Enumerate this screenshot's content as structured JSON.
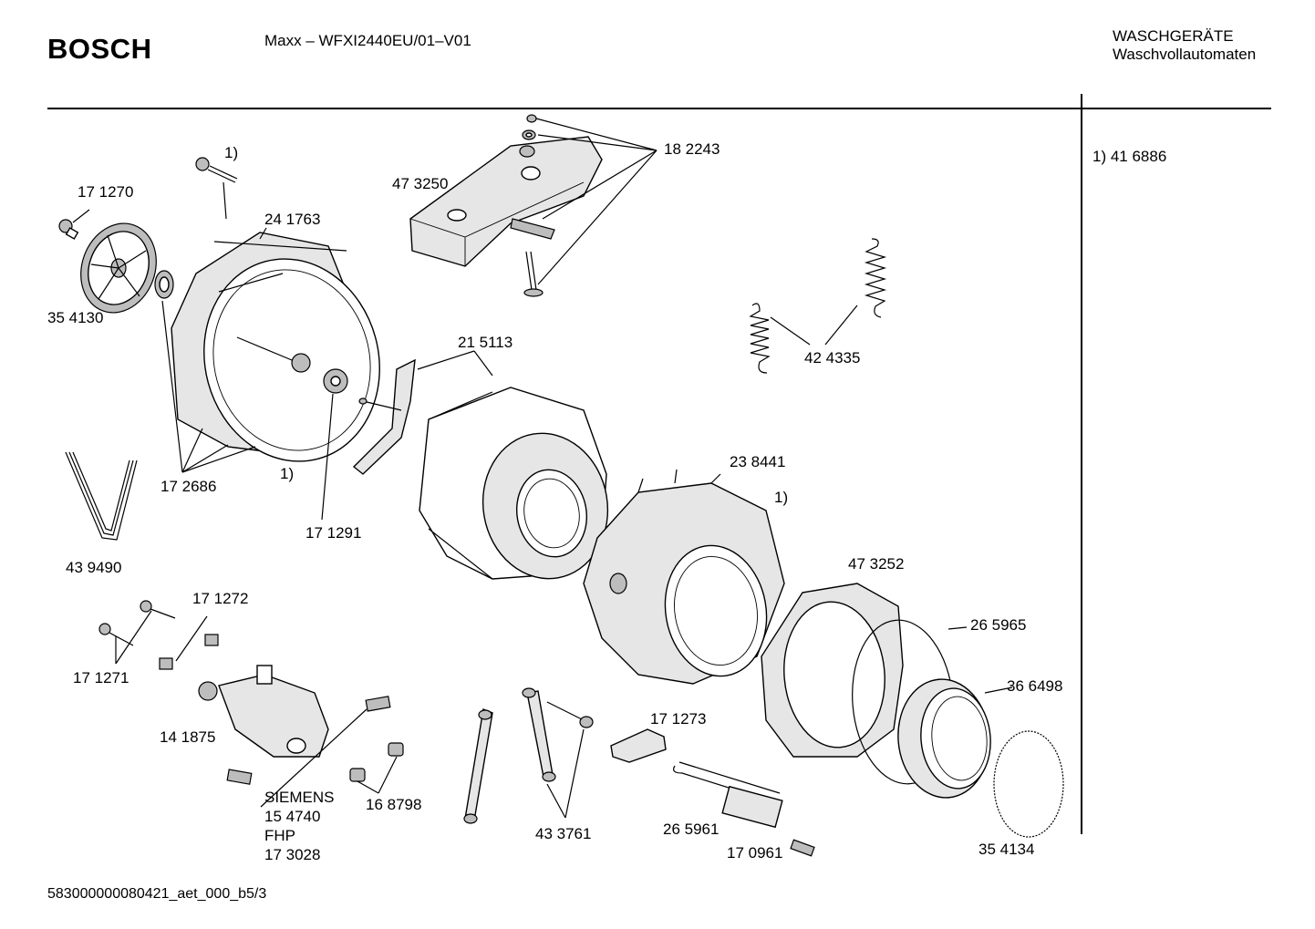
{
  "header": {
    "brand": "BOSCH",
    "model": "Maxx – WFXI2440EU/01–V01",
    "category_line1": "WASCHGERÄTE",
    "category_line2": "Waschvollautomaten"
  },
  "footnote": "1) 41 6886",
  "footer": "583000000080421_aet_000_b5/3",
  "labels": {
    "l_171270": "17 1270",
    "l_354130": "35 4130",
    "l_fn1a": "1)",
    "l_241763": "24 1763",
    "l_473250": "47 3250",
    "l_182243": "18 2243",
    "l_424335": "42 4335",
    "l_215113": "21  5113",
    "l_172686": "17 2686",
    "l_fn1b": "1)",
    "l_171291": "17 1291",
    "l_439490": "43 9490",
    "l_238441": "23 8441",
    "l_fn1c": "1)",
    "l_473252": "47 3252",
    "l_265965": "26 5965",
    "l_366498": "36 6498",
    "l_171272": "17 1272",
    "l_171271": "17 1271",
    "l_141875": "14 1875",
    "l_siemens": "SIEMENS",
    "l_154740": "15 4740",
    "l_fhp": "FHP",
    "l_173028": "17 3028",
    "l_168798": "16 8798",
    "l_433761": "43 3761",
    "l_171273": "17 1273",
    "l_265961": "26 5961",
    "l_170961": "17 0961",
    "l_354134": "35 4134"
  }
}
